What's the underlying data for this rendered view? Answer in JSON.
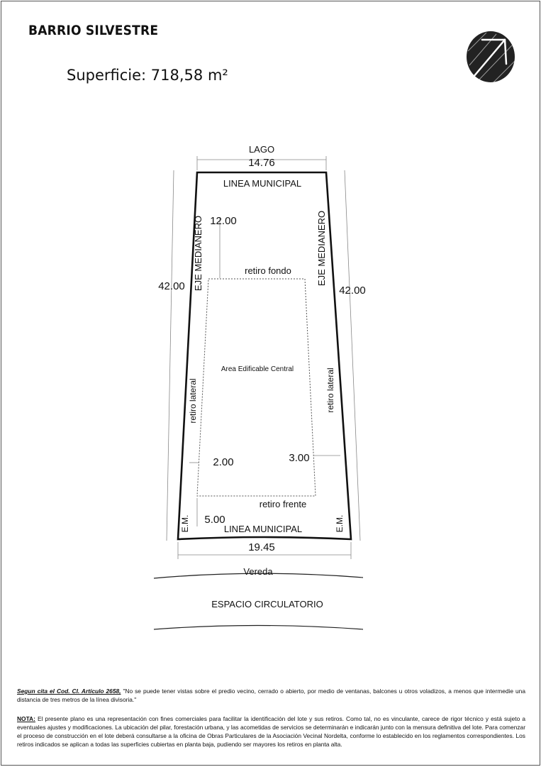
{
  "header": {
    "title": "BARRIO SILVESTRE",
    "area_text": "Superficie: 718,58 m²"
  },
  "plan": {
    "top_label": "LAGO",
    "top_width": "14.76",
    "bottom_width": "19.45",
    "left_length": "42.00",
    "right_length": "42.00",
    "municipal_line_top": "LINEA MUNICIPAL",
    "municipal_line_bottom": "LINEA MUNICIPAL",
    "eje_left": "EJE MEDIANERO",
    "eje_right": "EJE MEDIANERO",
    "em_left": "E.M.",
    "em_right": "E.M.",
    "setback_back": "12.00",
    "setback_back_label": "retiro fondo",
    "setback_left": "2.00",
    "setback_right": "3.00",
    "setback_side_left_label": "retiro lateral",
    "setback_side_right_label": "retiro lateral",
    "setback_front": "5.00",
    "setback_front_label": "retiro frente",
    "buildable_label": "Area Edificable Central",
    "sidewalk": "Vereda",
    "street": "ESPACIO CIRCULATORIO"
  },
  "footer": {
    "ref_title": "Segun cita el Cod. CI. Artículo 2658,",
    "ref_text": " \"No se puede tener vistas sobre el predio vecino, cerrado o abierto, por medio de ventanas, balcones u otros voladizos, a menos que intermedie una distancia de tres metros de la línea divisoria.\"",
    "note_title": "NOTA:",
    "note_text": " El presente plano es una representación con fines comerciales para facilitar la identificación del lote y sus retiros. Como tal, no es vinculante, carece de rigor técnico y está sujeto a eventuales ajustes y modificaciones. La ubicación del pilar, forestación urbana, y las acometidas de servicios se determinarán e indicarán junto con la mensura definitiva del lote. Para comenzar el proceso de construcción en el lote deberá consultarse a la oficina de Obras Particulares de la Asociación Vecinal Nordelta, conforme lo establecido en los reglamentos correspondientes. Los retiros indicados se aplican a todas las superficies cubiertas en planta baja, pudiendo ser mayores los retiros en planta alta."
  },
  "icons": {
    "north_arrow": "north-arrow-icon"
  }
}
